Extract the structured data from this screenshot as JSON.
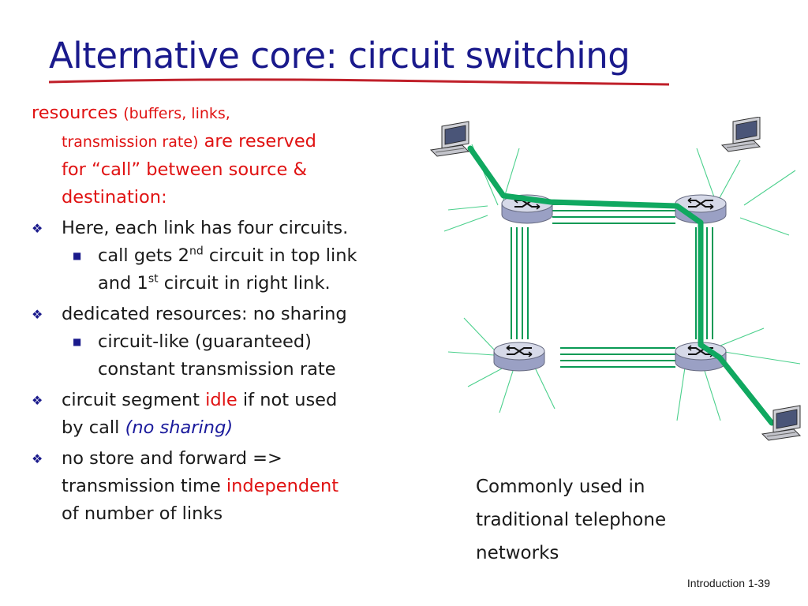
{
  "slide": {
    "title": "Alternative core: circuit switching",
    "intro": {
      "resources": "resources",
      "paren_line1": "(buffers, links,",
      "paren_line2": "transmission rate)",
      "rest_line2": " are reserved",
      "line3": "for “call” between source &",
      "line4": "destination:"
    },
    "bullets": [
      {
        "text": "Here, each link has four circuits.",
        "sub": {
          "line1_pre": "call gets 2",
          "line1_sup": "nd",
          "line1_post": " circuit in top link",
          "line2_pre": "and 1",
          "line2_sup": "st",
          "line2_post": " circuit in right link."
        }
      },
      {
        "text": "dedicated resources: no sharing",
        "sub": {
          "line1": "circuit-like (guaranteed)",
          "line2": "constant transmission rate"
        }
      },
      {
        "line1_pre": "circuit segment ",
        "line1_red": "idle",
        "line1_post": " if not used",
        "line2_pre": "by call ",
        "line2_blue": "(no sharing)"
      },
      {
        "line1": "no store and forward =>",
        "line2_pre": "transmission time ",
        "line2_red": "independent",
        "line3": "of number of links"
      }
    ],
    "caption": {
      "line1": "Commonly used in",
      "line2": "traditional telephone",
      "line3": "networks"
    },
    "footer": {
      "section": "Introduction",
      "page": "1-39"
    }
  },
  "icons": {
    "bullet": "diamond-bullet-icon",
    "sub_bullet": "square-bullet-icon",
    "switch": "circuit-switch-icon",
    "host": "computer-host-icon"
  },
  "colors": {
    "title": "#1a1a8c",
    "emphasis_red": "#e01212",
    "emphasis_blue": "#1a1a9c",
    "circuit_green": "#0a9a55",
    "switch_fill": "#cfd3e3"
  }
}
